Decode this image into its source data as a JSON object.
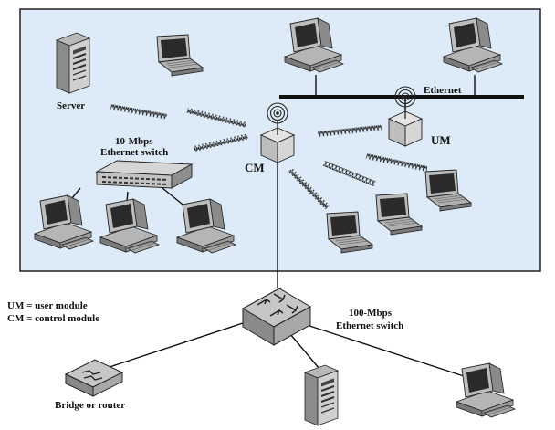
{
  "labels": {
    "server": "Server",
    "switch10_line1": "10-Mbps",
    "switch10_line2": "Ethernet switch",
    "cm": "CM",
    "um": "UM",
    "ethernet": "Ethernet",
    "switch100_line1": "100-Mbps",
    "switch100_line2": "Ethernet switch",
    "bridge": "Bridge or router"
  },
  "legend": {
    "um_def": "UM = user module",
    "cm_def": "CM = control module"
  },
  "switch_front_text": "",
  "colors": {
    "lan_background": "#dcebf7",
    "lan_border": "#111111",
    "device_fill": "#c8c8c8",
    "device_dark": "#6a6a6a",
    "screen": "#2a2a2a"
  }
}
